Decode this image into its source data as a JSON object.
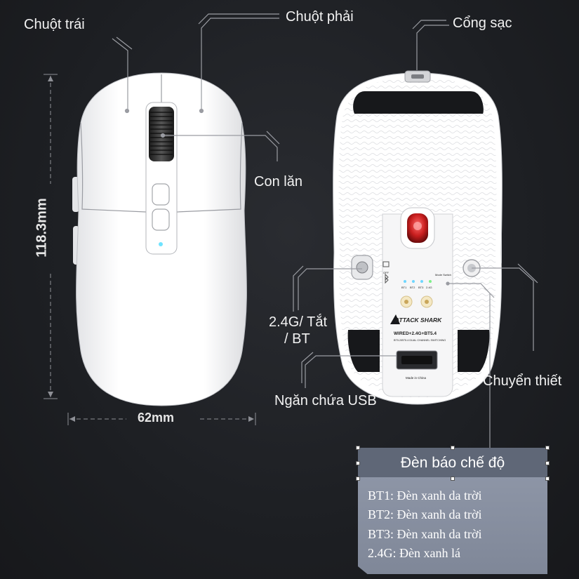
{
  "labels": {
    "left_click": "Chuột trái",
    "right_click": "Chuột phải",
    "charging_port": "Cổng sạc",
    "scroll_wheel": "Con lăn",
    "mode_switch_line1": "2.4G/ Tắt",
    "mode_switch_line2": "/ BT",
    "usb_storage": "Ngăn chứa USB",
    "switch_device": "Chuyển thiết"
  },
  "dimensions": {
    "length": "118.3mm",
    "width": "62mm"
  },
  "bottom_print": {
    "brand": "ATTACK SHARK",
    "model": "WIRED+2.4G+BT5.4",
    "tagline": "BT5.2/BT5.4 DUAL CHANNEL SWITCHING",
    "origin": "Made in China",
    "off": "OFF",
    "mode_switch": "Mode Switch",
    "indicators": [
      "BT1",
      "BT2",
      "BT3",
      "2.4G"
    ]
  },
  "indicator_panel": {
    "title": "Đèn báo chế độ",
    "lines": [
      "BT1: Đèn xanh da trời",
      "BT2: Đèn xanh da trời",
      "BT3: Đèn xanh da trời",
      "2.4G: Đèn xanh lá"
    ]
  },
  "colors": {
    "background": "#1d1f23",
    "mouse_body": "#ffffff",
    "panel_header": "#5f6777",
    "panel_body": "#8d95a6",
    "sensor": "#c81e1e",
    "status_led": "#6fe3ff"
  }
}
